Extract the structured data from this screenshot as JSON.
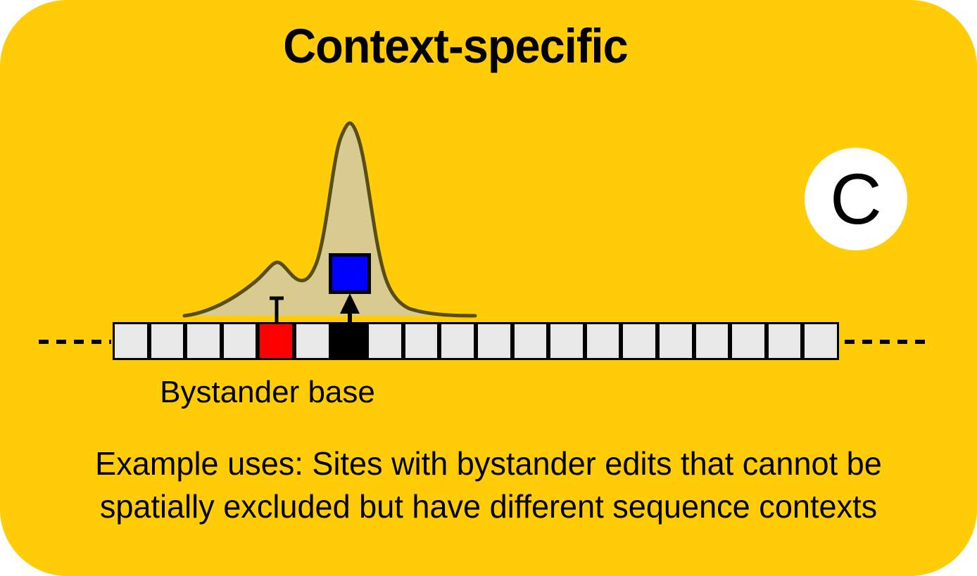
{
  "title": "Context-specific",
  "badge": {
    "letter": "C"
  },
  "diagram": {
    "bystander_label": "Bystander base",
    "sequence": {
      "num_cells": 20,
      "bystander_index": 4,
      "target_index": 6
    },
    "icons": {
      "inhibitor_tbar": "T-bar-blocked-marker",
      "up_arrow": "▲",
      "dashed_line": "– – – –"
    }
  },
  "caption": {
    "line1": "Example uses: Sites with bystander edits that cannot be",
    "line2": "spatially excluded but have different sequence contexts"
  },
  "colors": {
    "card_bg": "#FFCC07",
    "page_bg": "#FFFFFF",
    "curve_fill": "#D9CB8F",
    "curve_stroke": "#564E12",
    "cell_bg": "#E8E8E8",
    "cell_border": "#000000",
    "bystander_cell": "#FF0000",
    "target_cell": "#000000",
    "edited_square": "#0000FF",
    "badge_bg": "#FFFFFF",
    "text": "#000000"
  }
}
